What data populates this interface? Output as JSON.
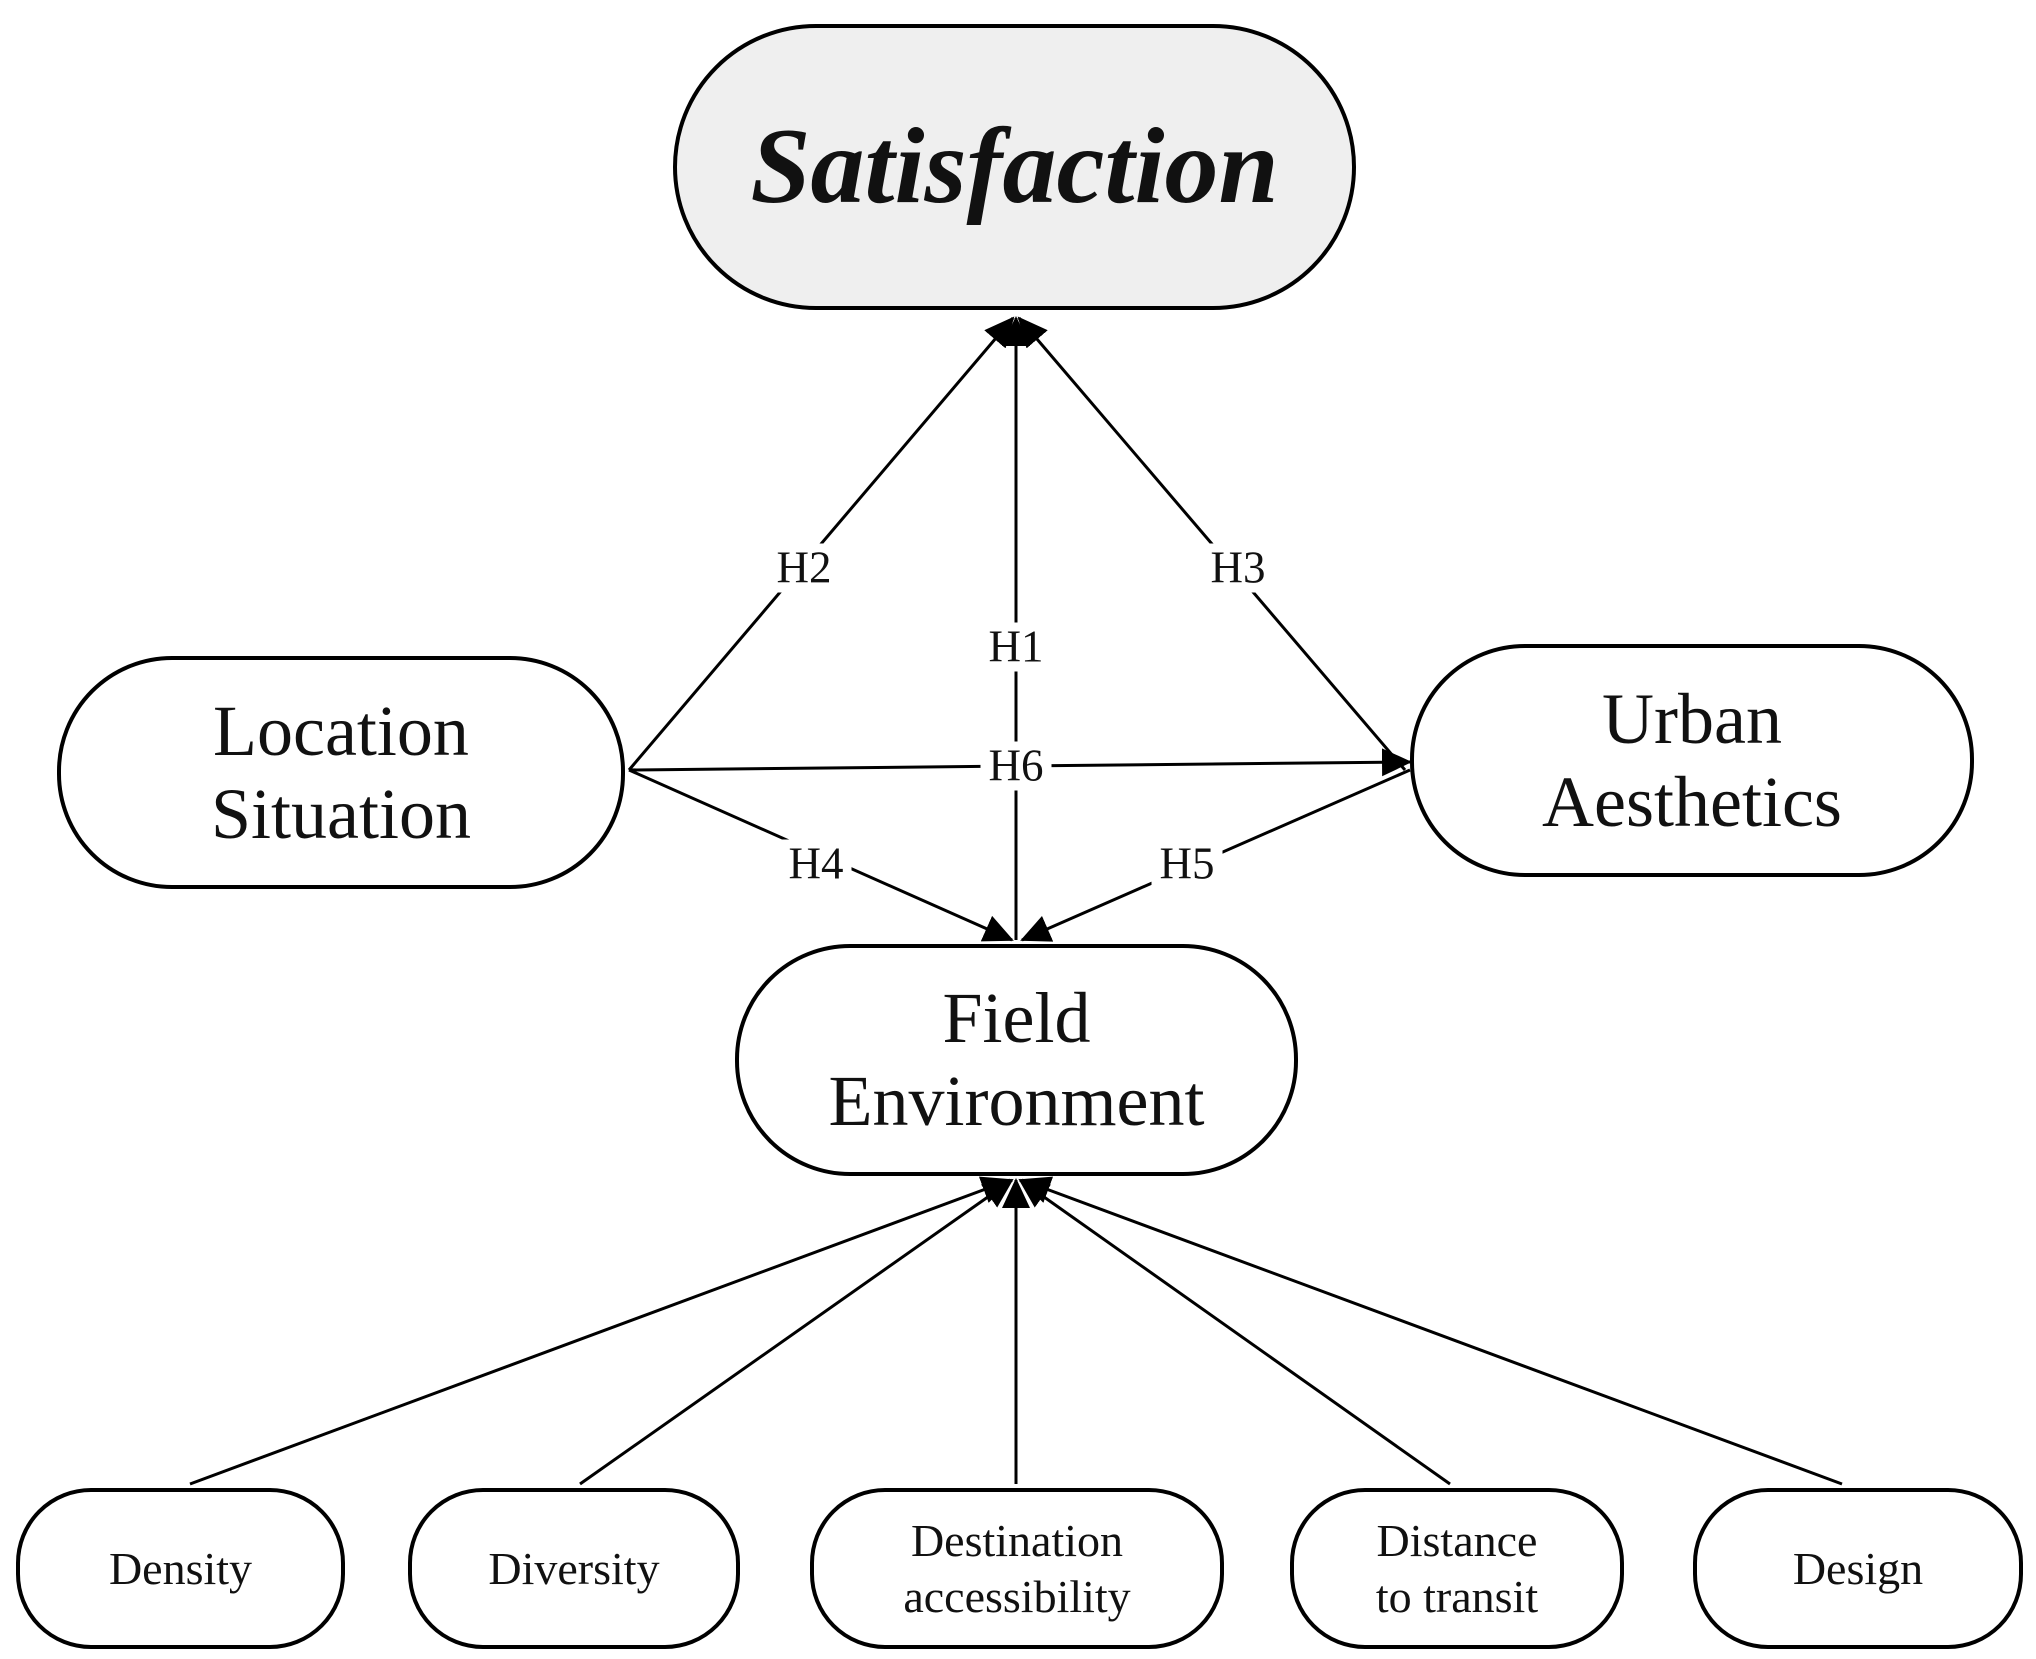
{
  "nodes": {
    "satisfaction": "Satisfaction",
    "location_situation": "Location\nSituation",
    "urban_aesthetics": "Urban\nAesthetics",
    "field_environment": "Field\nEnvironment",
    "density": "Density",
    "diversity": "Diversity",
    "destination_accessibility": "Destination\naccessibility",
    "distance_to_transit": "Distance\nto transit",
    "design": "Design"
  },
  "hypotheses": {
    "h1": "H1",
    "h2": "H2",
    "h3": "H3",
    "h4": "H4",
    "h5": "H5",
    "h6": "H6"
  },
  "edges": [
    {
      "from": "location_situation",
      "to": "satisfaction",
      "label": "H2"
    },
    {
      "from": "field_environment",
      "to": "satisfaction",
      "label": "H1"
    },
    {
      "from": "urban_aesthetics",
      "to": "satisfaction",
      "label": "H3"
    },
    {
      "from": "location_situation",
      "to": "urban_aesthetics",
      "label": "H6"
    },
    {
      "from": "location_situation",
      "to": "field_environment",
      "label": "H4"
    },
    {
      "from": "urban_aesthetics",
      "to": "field_environment",
      "label": "H5"
    },
    {
      "from": "density",
      "to": "field_environment"
    },
    {
      "from": "diversity",
      "to": "field_environment"
    },
    {
      "from": "destination_accessibility",
      "to": "field_environment"
    },
    {
      "from": "distance_to_transit",
      "to": "field_environment"
    },
    {
      "from": "design",
      "to": "field_environment"
    }
  ]
}
